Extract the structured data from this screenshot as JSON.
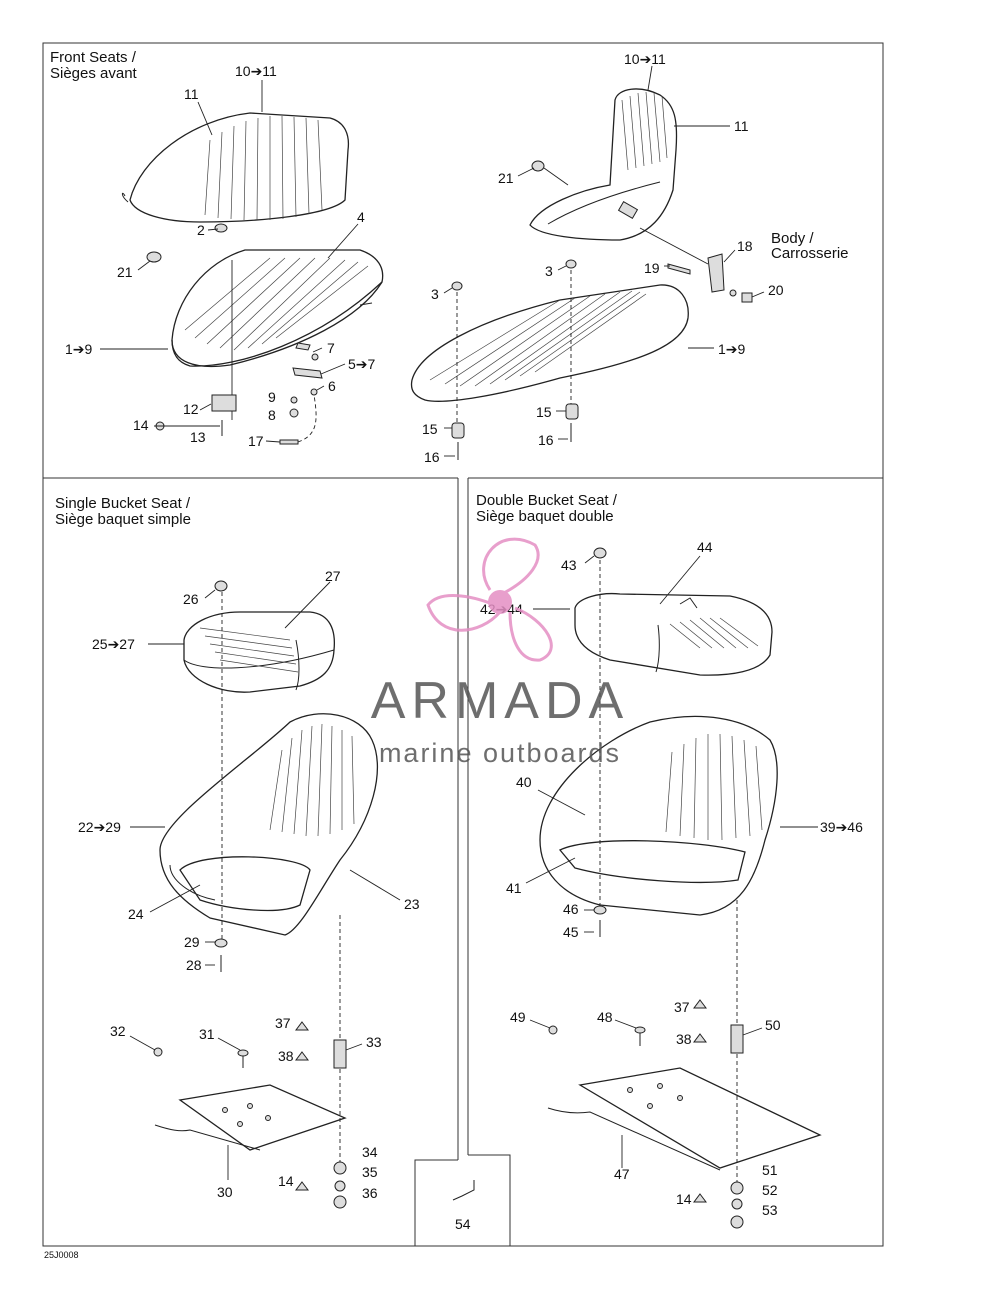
{
  "sections": {
    "front_seats": {
      "title_en": "Front Seats /",
      "title_fr": "Sièges avant"
    },
    "single_bucket": {
      "title_en": "Single Bucket Seat /",
      "title_fr": "Siège baquet simple"
    },
    "double_bucket": {
      "title_en": "Double Bucket Seat /",
      "title_fr": "Siège baquet double"
    }
  },
  "body_note": {
    "en": "Body /",
    "fr": "Carrosserie"
  },
  "watermark": {
    "brand": "ARMADA",
    "tagline": "marine outboards"
  },
  "drawing_code": "25J0008",
  "colors": {
    "line": "#222222",
    "watermark_pink": "#e48fc4",
    "watermark_gray": "#555555"
  },
  "callouts": {
    "fs_l_10_11": "10➔11",
    "fs_l_11": "11",
    "fs_l_2": "2",
    "fs_l_4": "4",
    "fs_l_21": "21",
    "fs_l_1_9": "1➔9",
    "fs_l_7": "7",
    "fs_l_5_7": "5➔7",
    "fs_l_6": "6",
    "fs_l_9": "9",
    "fs_l_8": "8",
    "fs_l_12": "12",
    "fs_l_14": "14",
    "fs_l_13": "13",
    "fs_l_17": "17",
    "fs_r_10_11": "10➔11",
    "fs_r_11": "11",
    "fs_r_21": "21",
    "fs_r_18": "18",
    "fs_r_19": "19",
    "fs_r_20": "20",
    "fs_r_3a": "3",
    "fs_r_3b": "3",
    "fs_r_1_9": "1➔9",
    "fs_r_15a": "15",
    "fs_r_15b": "15",
    "fs_r_16a": "16",
    "fs_r_16b": "16",
    "sb_26": "26",
    "sb_27": "27",
    "sb_25_27": "25➔27",
    "sb_22_29": "22➔29",
    "sb_24": "24",
    "sb_23": "23",
    "sb_29": "29",
    "sb_28": "28",
    "sb_32": "32",
    "sb_31": "31",
    "sb_37": "37",
    "sb_38": "38",
    "sb_33": "33",
    "sb_34": "34",
    "sb_35": "35",
    "sb_14": "14",
    "sb_36": "36",
    "sb_30": "30",
    "c_54": "54",
    "db_43": "43",
    "db_44": "44",
    "db_42_44": "42➔44",
    "db_40": "40",
    "db_39_46": "39➔46",
    "db_41": "41",
    "db_46": "46",
    "db_45": "45",
    "db_49": "49",
    "db_48": "48",
    "db_37": "37",
    "db_50": "50",
    "db_38": "38",
    "db_47": "47",
    "db_51": "51",
    "db_52": "52",
    "db_14": "14",
    "db_53": "53"
  }
}
